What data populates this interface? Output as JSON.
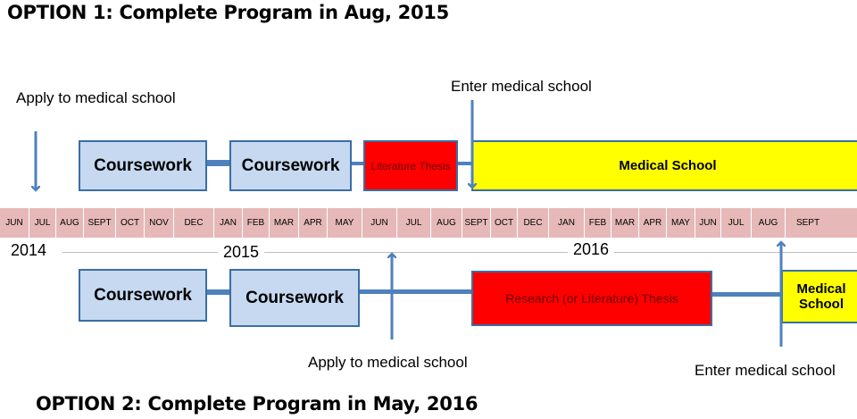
{
  "option1": {
    "title": "OPTION 1: Complete Program in Aug, 2015",
    "apply_label": "Apply to medical school",
    "enter_label": "Enter medical school",
    "boxes": {
      "coursework1": "Coursework",
      "coursework2": "Coursework",
      "thesis": "Literature Thesis",
      "medschool": "Medical School"
    }
  },
  "option2": {
    "title": "OPTION 2: Complete Program in May, 2016",
    "apply_label": "Apply to medical school",
    "enter_label": "Enter medical school",
    "boxes": {
      "coursework1": "Coursework",
      "coursework2": "Coursework",
      "thesis": "Research (or Literature)  Thesis",
      "medschool": "Medical School"
    }
  },
  "timeline": {
    "months": [
      "JUN",
      "JUL",
      "AUG",
      "SEPT",
      "OCT",
      "NOV",
      "DEC",
      "JAN",
      "FEB",
      "MAR",
      "APR",
      "MAY",
      "JUN",
      "JUL",
      "AUG",
      "SEPT",
      "OCT",
      "DEC",
      "JAN",
      "FEB",
      "MAR",
      "APR",
      "MAY",
      "JUN",
      "JUL",
      "AUG",
      "SEPT"
    ],
    "years": [
      "2014",
      "2015",
      "2016"
    ]
  },
  "colors": {
    "coursework": "#c6d9f1",
    "thesis": "#ff0000",
    "medical_school": "#ffff00",
    "month_band": "#e6b9b8",
    "arrow": "#4f81bd"
  }
}
